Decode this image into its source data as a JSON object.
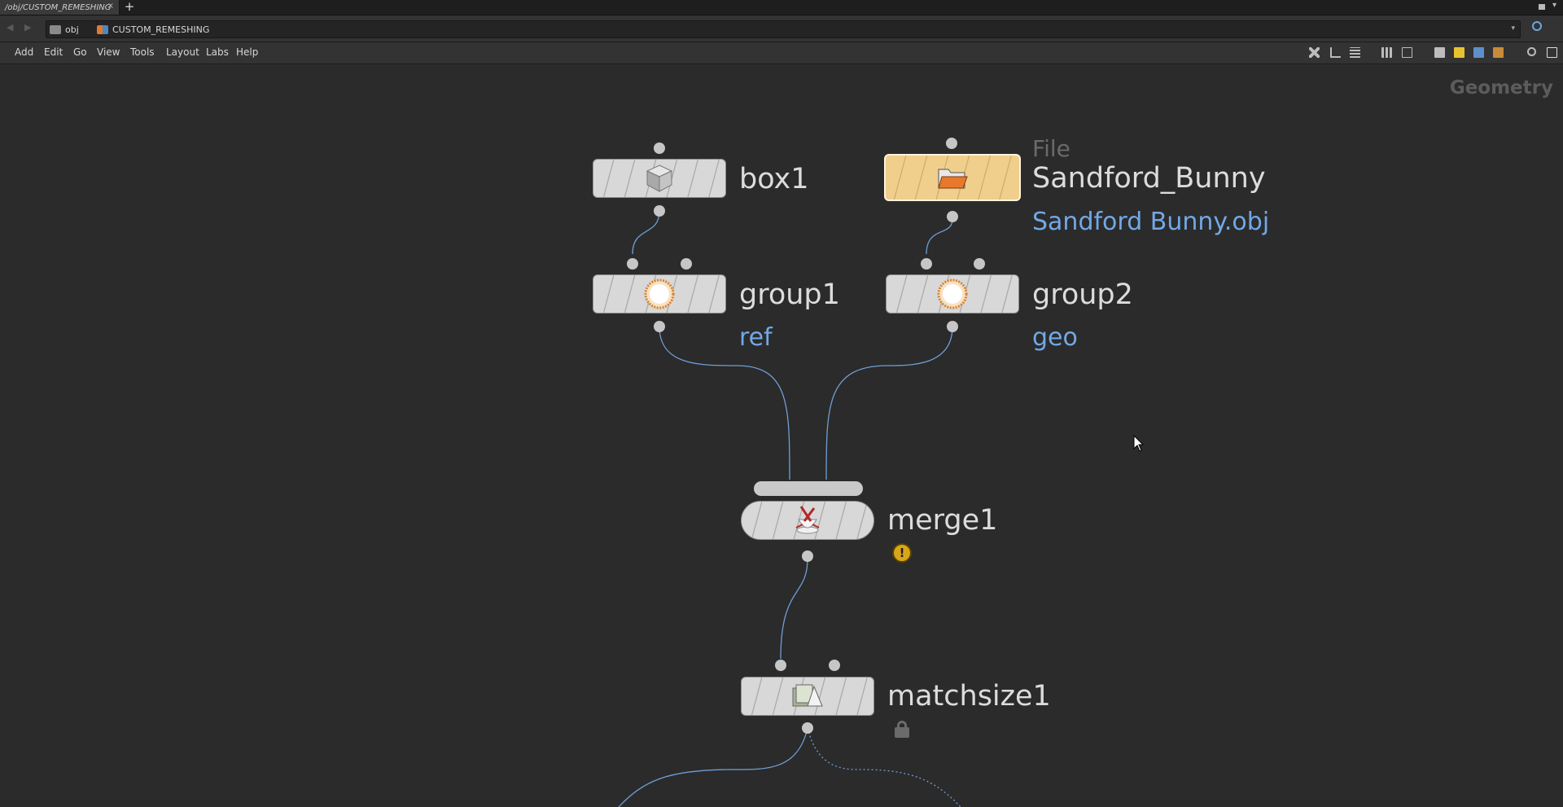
{
  "tab": {
    "title": "/obj/CUSTOM_REMESHING",
    "close_glyph": "×",
    "add_glyph": "+"
  },
  "pathbar": {
    "crumbs": [
      "obj",
      "CUSTOM_REMESHING"
    ],
    "back_glyph": "◀",
    "forward_glyph": "▶",
    "dropdown_glyph": "▾"
  },
  "menubar": {
    "items": [
      "Add",
      "Edit",
      "Go",
      "View",
      "Tools",
      "Layout",
      "Labs",
      "Help"
    ]
  },
  "network": {
    "context_label": "Geometry",
    "nodes": {
      "box1": {
        "name": "box1"
      },
      "file": {
        "type_label": "File",
        "name": "Sandford_Bunny",
        "comment": "Sandford Bunny.obj"
      },
      "group1": {
        "name": "group1",
        "comment": "ref"
      },
      "group2": {
        "name": "group2",
        "comment": "geo"
      },
      "merge1": {
        "name": "merge1",
        "warning_glyph": "!"
      },
      "matchsize1": {
        "name": "matchsize1"
      }
    }
  },
  "colors": {
    "background": "#2b2b2b",
    "wire": "#6f9ed6",
    "comment": "#72a8e6",
    "file_node": "#f0cf8d",
    "warning": "#d8a61a"
  },
  "icons": [
    "cube-icon",
    "folder-icon",
    "group-icon",
    "merge-icon",
    "matchsize-icon",
    "warning-icon",
    "lock-icon"
  ]
}
